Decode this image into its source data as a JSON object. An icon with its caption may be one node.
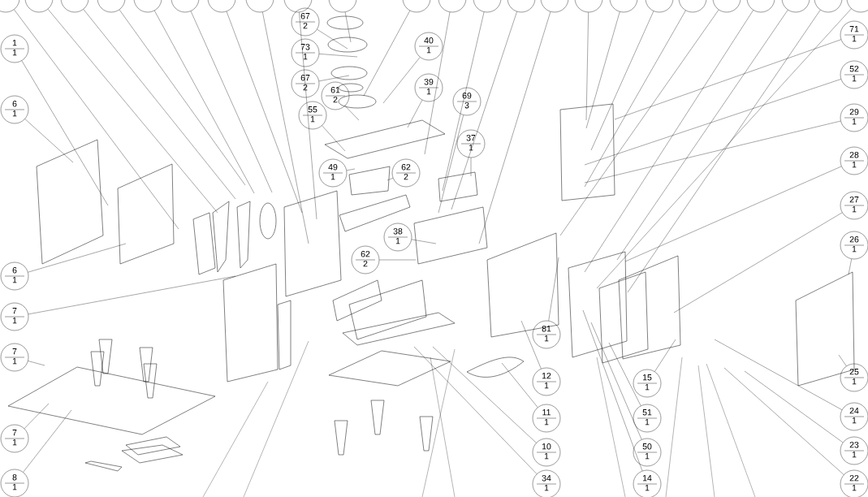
{
  "diagram": {
    "nodes": [
      {
        "text": [],
        "shape": "circle"
      },
      {
        "text": [],
        "shape": "circle"
      },
      {
        "text": [],
        "shape": "circle"
      },
      {
        "text": [],
        "shape": "circle"
      },
      {
        "text": [],
        "shape": "circle"
      },
      {
        "text": [],
        "shape": "circle"
      },
      {
        "text": [],
        "shape": "circle"
      },
      {
        "text": [],
        "shape": "circle"
      },
      {
        "text": [],
        "shape": "circle"
      },
      {
        "text": [],
        "shape": "circle"
      },
      {
        "text": [],
        "shape": "circle"
      },
      {
        "text": [],
        "shape": "circle"
      },
      {
        "text": [],
        "shape": "circle"
      },
      {
        "text": [],
        "shape": "circle"
      },
      {
        "text": [],
        "shape": "circle"
      },
      {
        "text": [],
        "shape": "circle"
      },
      {
        "text": [],
        "shape": "circle"
      },
      {
        "text": [],
        "shape": "circle"
      },
      {
        "text": [],
        "shape": "circle"
      },
      {
        "text": [],
        "shape": "circle"
      },
      {
        "text": [],
        "shape": "circle"
      },
      {
        "text": [],
        "shape": "circle"
      },
      {
        "text": [],
        "shape": "circle"
      },
      {
        "text": [],
        "shape": "circle"
      },
      {
        "text": [
          "1",
          "1"
        ]
      },
      {
        "text": [
          "6",
          "1"
        ]
      },
      {
        "text": [
          "67",
          "2"
        ]
      },
      {
        "text": [
          "40",
          "1"
        ]
      },
      {
        "text": [
          "71",
          "1"
        ]
      },
      {
        "text": [
          "73",
          "1"
        ]
      },
      {
        "text": [
          "52",
          "1"
        ]
      },
      {
        "text": [
          "67",
          "2"
        ]
      },
      {
        "text": [
          "39",
          "1"
        ]
      },
      {
        "text": [
          "61",
          "2"
        ]
      },
      {
        "text": [
          "69",
          "3"
        ]
      },
      {
        "text": [
          "55",
          "1"
        ]
      },
      {
        "text": [
          "29",
          "1"
        ]
      },
      {
        "text": [
          "37",
          "1"
        ]
      },
      {
        "text": [
          "28",
          "1"
        ]
      },
      {
        "text": [
          "49",
          "1"
        ]
      },
      {
        "text": [
          "62",
          "2"
        ]
      },
      {
        "text": [
          "27",
          "1"
        ]
      },
      {
        "text": [
          "38",
          "1"
        ]
      },
      {
        "text": [
          "26",
          "1"
        ]
      },
      {
        "text": [
          "62",
          "2"
        ]
      },
      {
        "text": [
          "6",
          "1"
        ]
      },
      {
        "text": [
          "7",
          "1"
        ]
      },
      {
        "text": [
          "81",
          "1"
        ]
      },
      {
        "text": [
          "7",
          "1"
        ]
      },
      {
        "text": [
          "25",
          "1"
        ]
      },
      {
        "text": [
          "12",
          "1"
        ]
      },
      {
        "text": [
          "15",
          "1"
        ]
      },
      {
        "text": [
          "24",
          "1"
        ]
      },
      {
        "text": [
          "51",
          "1"
        ]
      },
      {
        "text": [
          "11",
          "1"
        ]
      },
      {
        "text": [
          "7",
          "1"
        ]
      },
      {
        "text": [
          "23",
          "1"
        ]
      },
      {
        "text": [
          "10",
          "1"
        ]
      },
      {
        "text": [
          "50",
          "1"
        ]
      },
      {
        "text": [
          "8",
          "1"
        ]
      },
      {
        "text": [
          "34",
          "1"
        ]
      },
      {
        "text": [
          "14",
          "1"
        ]
      },
      {
        "text": [
          "22",
          "1"
        ]
      }
    ],
    "edges": [
      {
        "from": 0,
        "to": null,
        "arrow": "none"
      },
      {
        "from": 1,
        "to": null,
        "arrow": "none"
      },
      {
        "from": 2,
        "to": null,
        "arrow": "none"
      },
      {
        "from": 3,
        "to": null,
        "arrow": "none"
      },
      {
        "from": 4,
        "to": null,
        "arrow": "none"
      },
      {
        "from": 5,
        "to": null,
        "arrow": "none"
      },
      {
        "from": 6,
        "to": null,
        "arrow": "none"
      },
      {
        "from": 7,
        "to": null,
        "arrow": "none"
      },
      {
        "from": 8,
        "to": null,
        "arrow": "none"
      },
      {
        "from": 9,
        "to": null,
        "arrow": "none"
      },
      {
        "from": 10,
        "to": null,
        "arrow": "none"
      },
      {
        "from": 11,
        "to": null,
        "arrow": "none"
      },
      {
        "from": 12,
        "to": null,
        "arrow": "none"
      },
      {
        "from": 13,
        "to": null,
        "arrow": "none"
      },
      {
        "from": 14,
        "to": null,
        "arrow": "none"
      },
      {
        "from": 15,
        "to": null,
        "arrow": "none"
      },
      {
        "from": 16,
        "to": null,
        "arrow": "none"
      },
      {
        "from": 17,
        "to": null,
        "arrow": "none"
      },
      {
        "from": 18,
        "to": null,
        "arrow": "none"
      },
      {
        "from": 19,
        "to": null,
        "arrow": "none"
      },
      {
        "from": 20,
        "to": null,
        "arrow": "none"
      },
      {
        "from": 21,
        "to": null,
        "arrow": "none"
      },
      {
        "from": 22,
        "to": null,
        "arrow": "none"
      },
      {
        "from": 23,
        "to": null,
        "arrow": "none"
      },
      {
        "from": 24,
        "to": null,
        "arrow": "none"
      },
      {
        "from": 25,
        "to": null,
        "arrow": "none"
      },
      {
        "from": 26,
        "to": null,
        "arrow": "none"
      },
      {
        "from": 27,
        "to": null,
        "arrow": "none"
      },
      {
        "from": 28,
        "to": null,
        "arrow": "none"
      },
      {
        "from": 29,
        "to": null,
        "arrow": "none"
      },
      {
        "from": 30,
        "to": null,
        "arrow": "none"
      },
      {
        "from": 31,
        "to": null,
        "arrow": "none"
      },
      {
        "from": 32,
        "to": null,
        "arrow": "none"
      },
      {
        "from": 33,
        "to": null,
        "arrow": "none"
      },
      {
        "from": 34,
        "to": null,
        "arrow": "none"
      },
      {
        "from": 35,
        "to": null,
        "arrow": "none"
      },
      {
        "from": 36,
        "to": null,
        "arrow": "none"
      },
      {
        "from": 37,
        "to": null,
        "arrow": "none"
      },
      {
        "from": 38,
        "to": null,
        "arrow": "none"
      },
      {
        "from": 39,
        "to": null,
        "arrow": "none"
      },
      {
        "from": 40,
        "to": null,
        "arrow": "none"
      },
      {
        "from": 41,
        "to": null,
        "arrow": "none"
      },
      {
        "from": 42,
        "to": null,
        "arrow": "none"
      },
      {
        "from": 43,
        "to": null,
        "arrow": "none"
      },
      {
        "from": 44,
        "to": null,
        "arrow": "none"
      },
      {
        "from": 45,
        "to": null,
        "arrow": "none"
      },
      {
        "from": 46,
        "to": null,
        "arrow": "none"
      },
      {
        "from": 47,
        "to": null,
        "arrow": "none"
      },
      {
        "from": 48,
        "to": null,
        "arrow": "none"
      },
      {
        "from": 49,
        "to": null,
        "arrow": "none"
      },
      {
        "from": 50,
        "to": null,
        "arrow": "none"
      },
      {
        "from": 51,
        "to": null,
        "arrow": "none"
      },
      {
        "from": 52,
        "to": null,
        "arrow": "none"
      },
      {
        "from": 53,
        "to": null,
        "arrow": "none"
      },
      {
        "from": 54,
        "to": null,
        "arrow": "none"
      },
      {
        "from": 55,
        "to": null,
        "arrow": "none"
      },
      {
        "from": 56,
        "to": null,
        "arrow": "none"
      },
      {
        "from": 57,
        "to": null,
        "arrow": "none"
      },
      {
        "from": 58,
        "to": null,
        "arrow": "none"
      },
      {
        "from": 59,
        "to": null,
        "arrow": "none"
      },
      {
        "from": 60,
        "to": null,
        "arrow": "none"
      },
      {
        "from": 61,
        "to": null,
        "arrow": "none"
      },
      {
        "from": 62,
        "to": null,
        "arrow": "none"
      }
    ]
  }
}
